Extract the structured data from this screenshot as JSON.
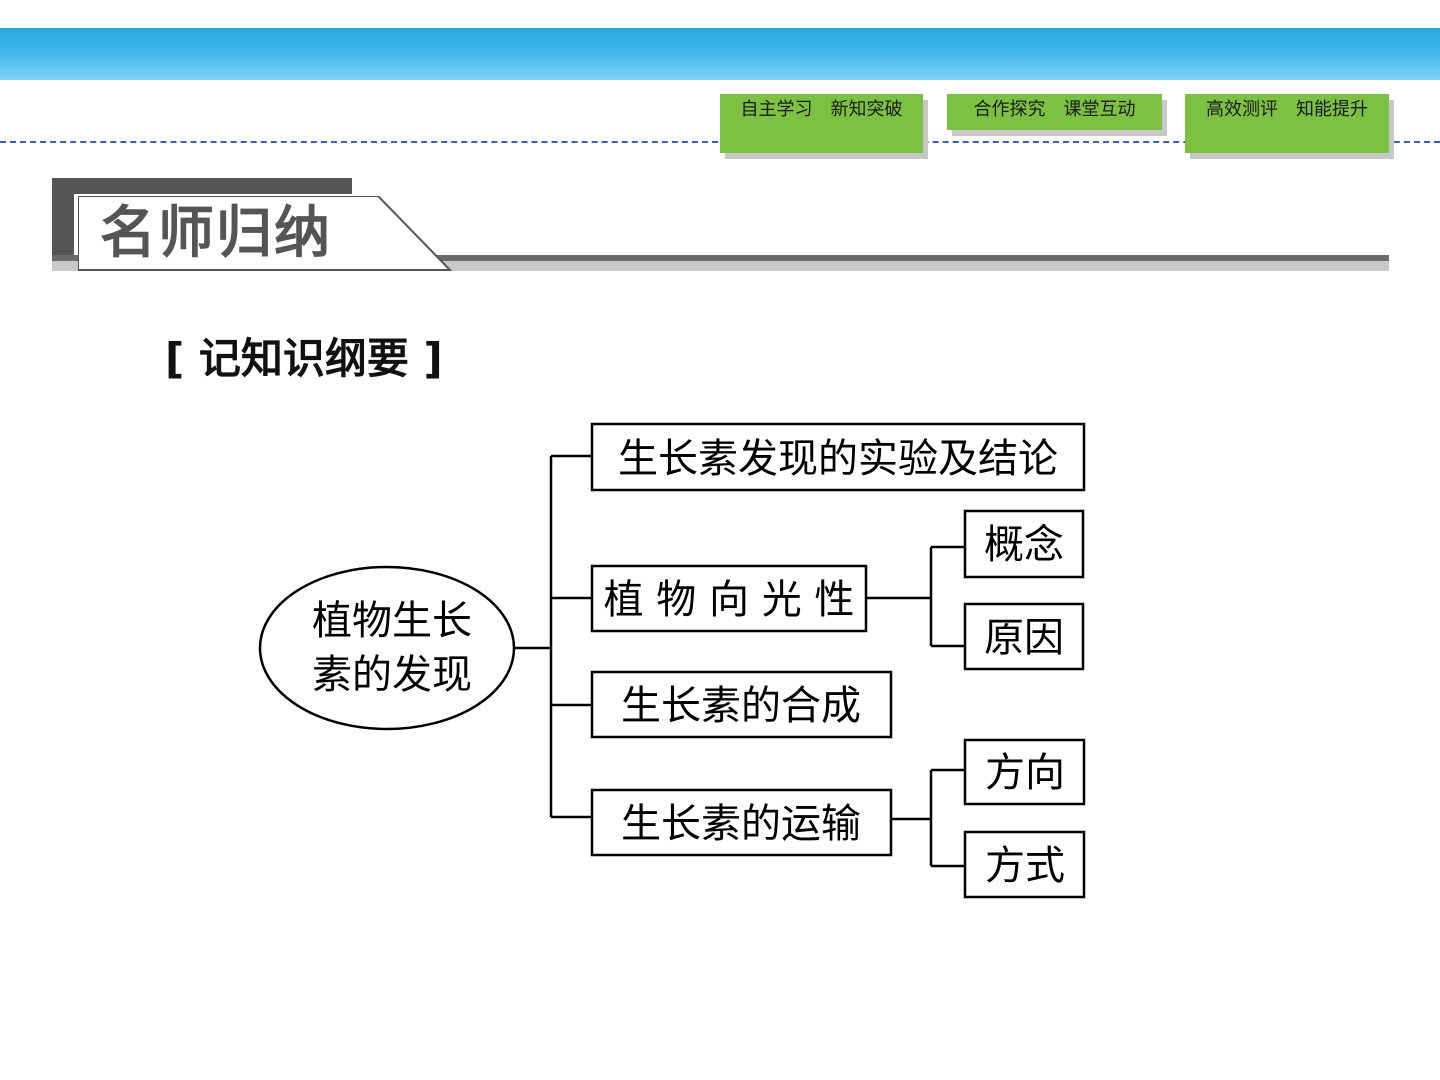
{
  "nav": {
    "buttons": [
      "自主学习　新知突破",
      "合作探究　课堂互动",
      "高效测评　知能提升"
    ]
  },
  "section": {
    "title": "名师归纳"
  },
  "subhead": "[ 记知识纲要 ]",
  "diagram": {
    "root": {
      "line1": "植物生长",
      "line2": "素的发现"
    },
    "branches": [
      {
        "label": "生长素发现的实验及结论",
        "children": []
      },
      {
        "label": "植 物 向 光 性",
        "children": [
          "概念",
          "原因"
        ]
      },
      {
        "label": "生长素的合成",
        "children": []
      },
      {
        "label": "生长素的运输",
        "children": [
          "方向",
          "方式"
        ]
      }
    ]
  }
}
